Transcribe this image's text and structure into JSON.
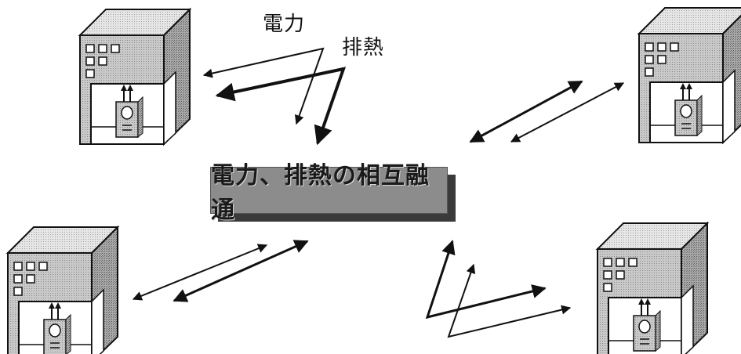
{
  "labels": {
    "power": "電力",
    "heat": "排熱",
    "center": "電力、排熱の相互融通"
  },
  "buildings": [
    {
      "id": "top-left"
    },
    {
      "id": "top-right"
    },
    {
      "id": "bottom-left"
    },
    {
      "id": "bottom-right"
    }
  ]
}
